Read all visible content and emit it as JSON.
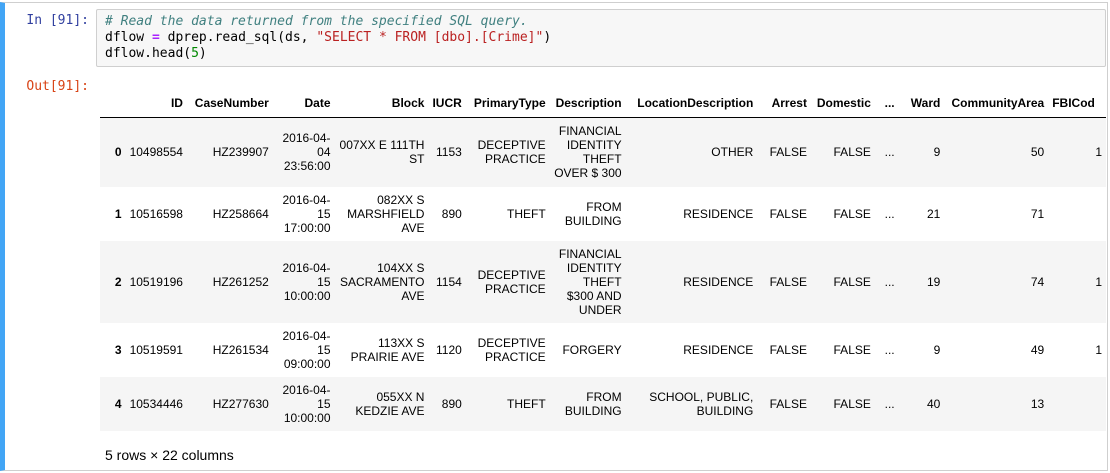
{
  "cell": {
    "in_prompt": "In [91]:",
    "out_prompt": "Out[91]:",
    "code": {
      "line1_comment": "# Read the data returned from the specified SQL query.",
      "line2_prefix": "dflow ",
      "line2_eq": "=",
      "line2_mid": " dprep.read_sql(ds, ",
      "line2_string": "\"SELECT * FROM [dbo].[Crime]\"",
      "line2_end": ")",
      "line3_prefix": "dflow.head(",
      "line3_num": "5",
      "line3_end": ")"
    }
  },
  "table": {
    "columns": [
      "",
      "ID",
      "CaseNumber",
      "Date",
      "Block",
      "IUCR",
      "PrimaryType",
      "Description",
      "LocationDescription",
      "Arrest",
      "Domestic",
      "...",
      "Ward",
      "CommunityArea",
      "FBICod"
    ],
    "rows": [
      [
        "0",
        "10498554",
        "HZ239907",
        "2016-04-04 23:56:00",
        "007XX E 111TH ST",
        "1153",
        "DECEPTIVE PRACTICE",
        "FINANCIAL IDENTITY THEFT OVER $ 300",
        "OTHER",
        "FALSE",
        "FALSE",
        "...",
        "9",
        "50",
        "1"
      ],
      [
        "1",
        "10516598",
        "HZ258664",
        "2016-04-15 17:00:00",
        "082XX S MARSHFIELD AVE",
        "890",
        "THEFT",
        "FROM BUILDING",
        "RESIDENCE",
        "FALSE",
        "FALSE",
        "...",
        "21",
        "71",
        ""
      ],
      [
        "2",
        "10519196",
        "HZ261252",
        "2016-04-15 10:00:00",
        "104XX S SACRAMENTO AVE",
        "1154",
        "DECEPTIVE PRACTICE",
        "FINANCIAL IDENTITY THEFT $300 AND UNDER",
        "RESIDENCE",
        "FALSE",
        "FALSE",
        "...",
        "19",
        "74",
        "1"
      ],
      [
        "3",
        "10519591",
        "HZ261534",
        "2016-04-15 09:00:00",
        "113XX S PRAIRIE AVE",
        "1120",
        "DECEPTIVE PRACTICE",
        "FORGERY",
        "RESIDENCE",
        "FALSE",
        "FALSE",
        "...",
        "9",
        "49",
        "1"
      ],
      [
        "4",
        "10534446",
        "HZ277630",
        "2016-04-15 10:00:00",
        "055XX N KEDZIE AVE",
        "890",
        "THEFT",
        "FROM BUILDING",
        "SCHOOL, PUBLIC, BUILDING",
        "FALSE",
        "FALSE",
        "...",
        "40",
        "13",
        ""
      ]
    ]
  },
  "footer": "5 rows × 22 columns"
}
